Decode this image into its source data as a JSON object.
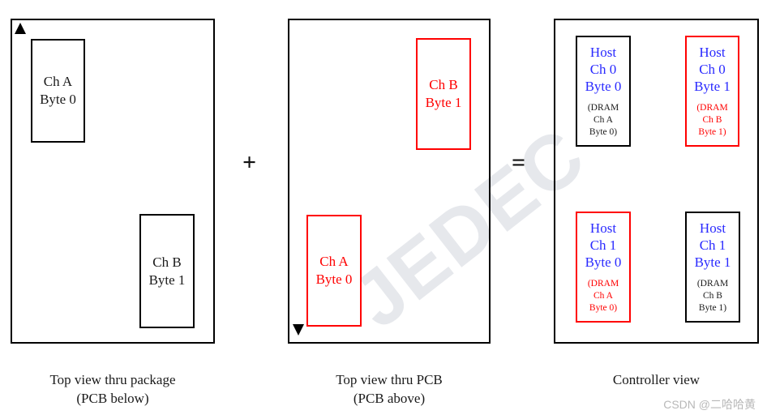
{
  "watermarks": {
    "background": "JEDEC",
    "attribution": "CSDN @二哈哈黄"
  },
  "operators": {
    "plus": "+",
    "equals": "="
  },
  "panels": [
    {
      "id": "top-view-thru-package",
      "caption_line1": "Top view thru package",
      "caption_line2": "(PCB below)",
      "orientation_marker": "up-triangle",
      "boxes": [
        {
          "id": "pkg-ch-a-byte-0",
          "line1": "Ch A",
          "line2": "Byte 0",
          "color": "#000000",
          "position": "top-left"
        },
        {
          "id": "pkg-ch-b-byte-1",
          "line1": "Ch B",
          "line2": "Byte 1",
          "color": "#000000",
          "position": "bottom-right"
        }
      ]
    },
    {
      "id": "top-view-thru-pcb",
      "caption_line1": "Top view thru PCB",
      "caption_line2": "(PCB above)",
      "orientation_marker": "down-triangle",
      "boxes": [
        {
          "id": "pcb-ch-b-byte-1",
          "line1": "Ch B",
          "line2": "Byte 1",
          "color": "#ff0000",
          "position": "top-right"
        },
        {
          "id": "pcb-ch-a-byte-0",
          "line1": "Ch A",
          "line2": "Byte 0",
          "color": "#ff0000",
          "position": "bottom-left"
        }
      ]
    },
    {
      "id": "controller-view",
      "caption_line1": "Controller view",
      "caption_line2": "",
      "orientation_marker": "none",
      "boxes": [
        {
          "id": "host-ch-0-byte-0",
          "host_line1": "Host",
          "host_line2": "Ch 0",
          "host_line3": "Byte 0",
          "dram_line1": "(DRAM",
          "dram_line2": "Ch A",
          "dram_line3": "Byte 0)",
          "color": "#000000",
          "host_color": "#2a2aff",
          "position": "top-left"
        },
        {
          "id": "host-ch-0-byte-1",
          "host_line1": "Host",
          "host_line2": "Ch 0",
          "host_line3": "Byte 1",
          "dram_line1": "(DRAM",
          "dram_line2": "Ch B",
          "dram_line3": "Byte 1)",
          "color": "#ff0000",
          "host_color": "#2a2aff",
          "position": "top-right"
        },
        {
          "id": "host-ch-1-byte-0",
          "host_line1": "Host",
          "host_line2": "Ch 1",
          "host_line3": "Byte 0",
          "dram_line1": "(DRAM",
          "dram_line2": "Ch A",
          "dram_line3": "Byte 0)",
          "color": "#ff0000",
          "host_color": "#2a2aff",
          "position": "bottom-left"
        },
        {
          "id": "host-ch-1-byte-1",
          "host_line1": "Host",
          "host_line2": "Ch 1",
          "host_line3": "Byte 1",
          "dram_line1": "(DRAM",
          "dram_line2": "Ch B",
          "dram_line3": "Byte 1)",
          "color": "#000000",
          "host_color": "#2a2aff",
          "position": "bottom-right"
        }
      ]
    }
  ],
  "colors": {
    "black": "#000000",
    "red": "#ff0000",
    "host_blue": "#2a2aff",
    "watermark_gray": "#e6e8ec"
  }
}
